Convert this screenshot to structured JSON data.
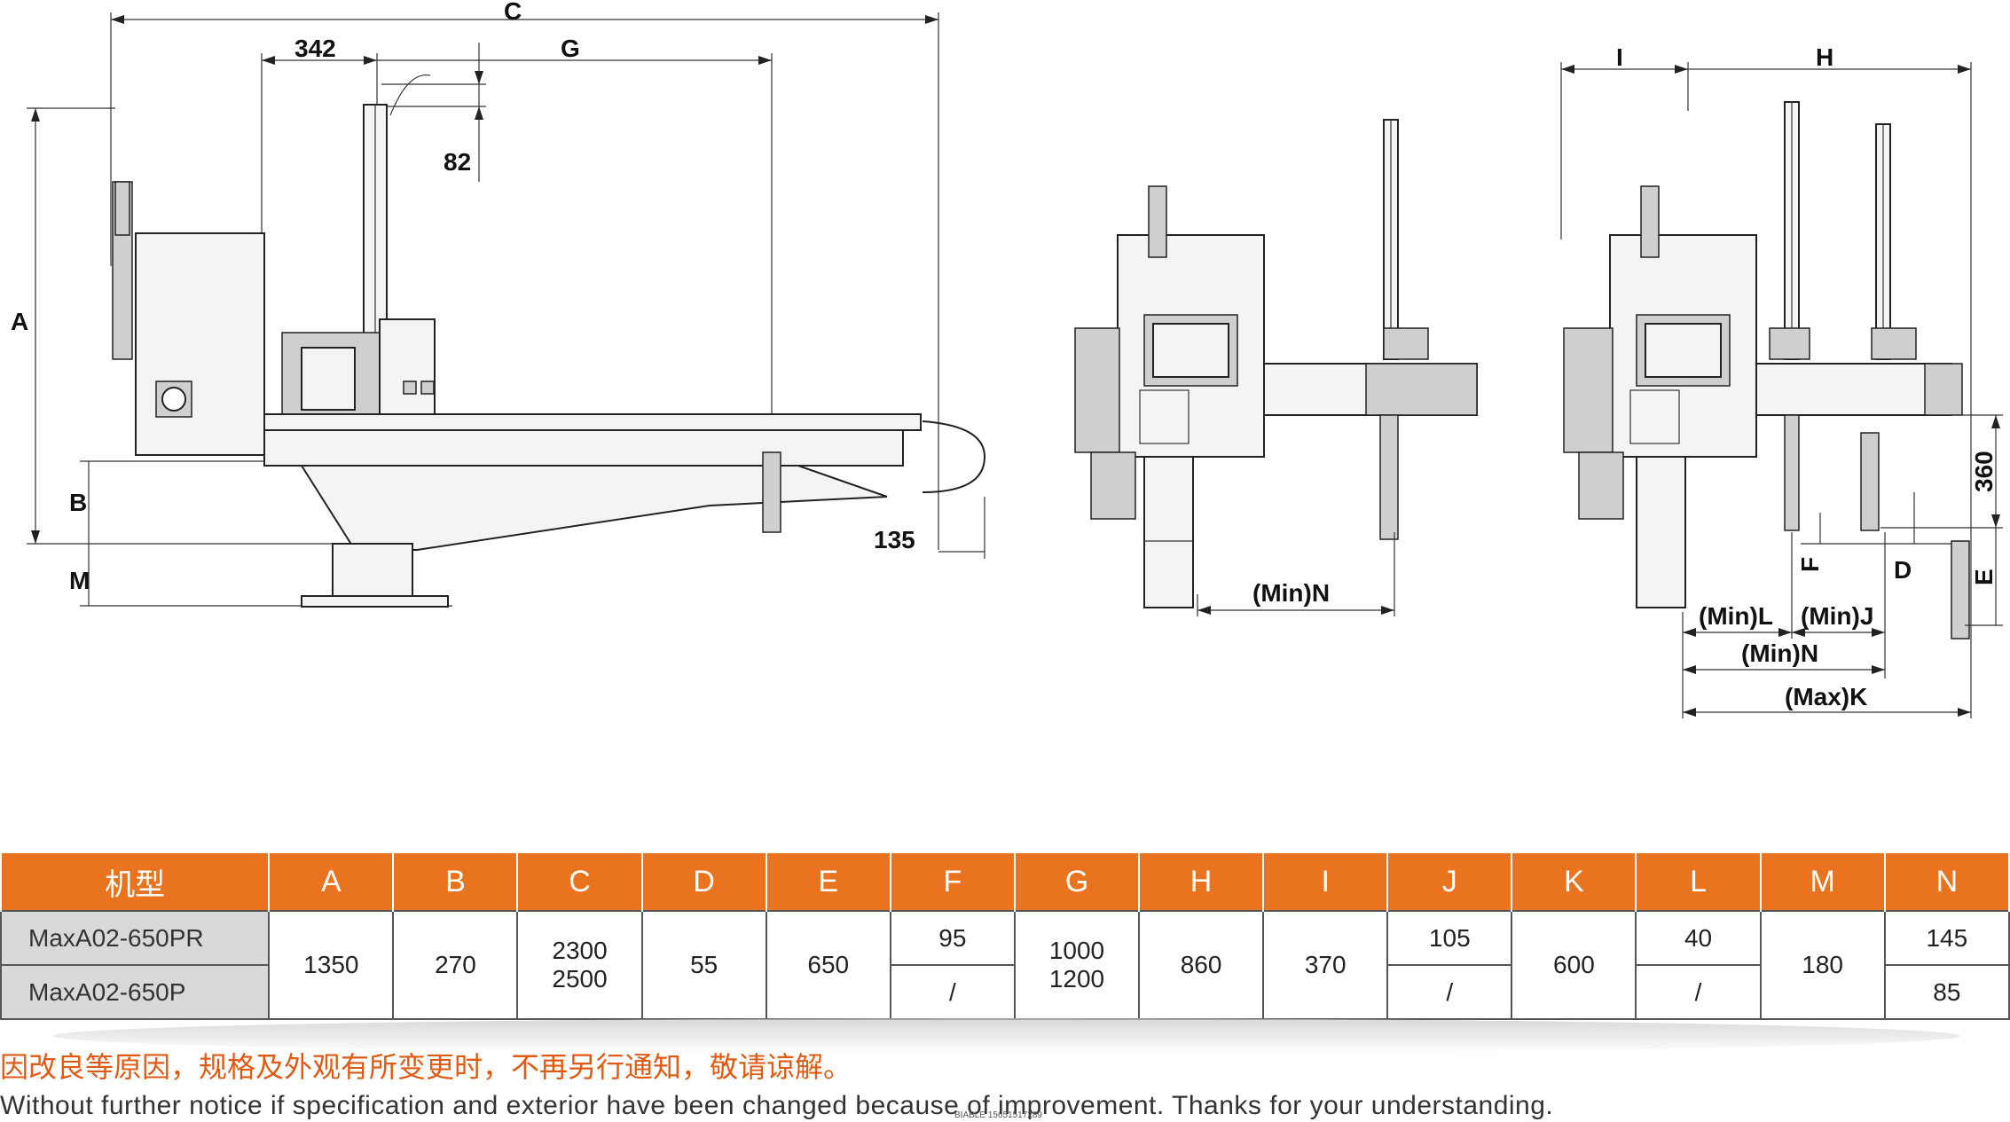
{
  "dimension_labels": {
    "C": "C",
    "d342": "342",
    "G": "G",
    "d82": "82",
    "A": "A",
    "B": "B",
    "M": "M",
    "d135": "135",
    "minN_mid": "(Min)N",
    "I": "I",
    "H": "H",
    "d360": "360",
    "F": "F",
    "D": "D",
    "E": "E",
    "minL": "(Min)L",
    "minJ": "(Min)J",
    "minN_right": "(Min)N",
    "maxK": "(Max)K"
  },
  "table": {
    "headers": [
      "机型",
      "A",
      "B",
      "C",
      "D",
      "E",
      "F",
      "G",
      "H",
      "I",
      "J",
      "K",
      "L",
      "M",
      "N"
    ],
    "models": [
      "MaxA02-650PR",
      "MaxA02-650P"
    ],
    "A": "1350",
    "B": "270",
    "C": [
      "2300",
      "2500"
    ],
    "D": "55",
    "E": "650",
    "F": [
      "95",
      "/"
    ],
    "G": [
      "1000",
      "1200"
    ],
    "H": "860",
    "I": "370",
    "J": [
      "105",
      "/"
    ],
    "K": "600",
    "L": [
      "40",
      "/"
    ],
    "M": "180",
    "N": [
      "145",
      "85"
    ]
  },
  "notes": {
    "cn": "因改良等原因，规格及外观有所变更时，不再另行通知，敬请谅解。",
    "en": "Without further notice if specification and exterior have been changed because of improvement. Thanks for your understanding."
  },
  "watermark": "BIABLE 15651517289"
}
